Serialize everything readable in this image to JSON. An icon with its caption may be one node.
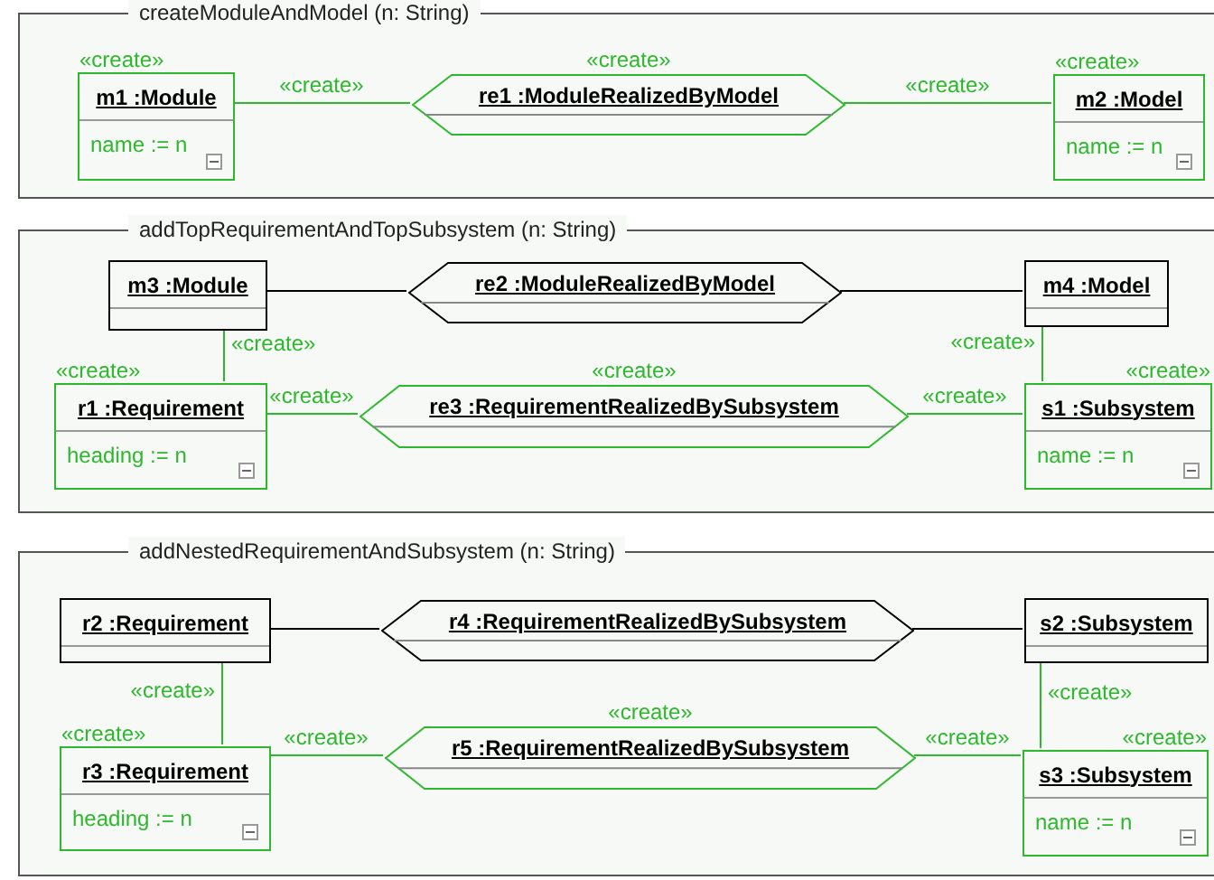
{
  "diagram": {
    "nodes": [
      {
        "text": [
          "createModuleAndModel (n: String)"
        ]
      },
      {
        "text": [
          "m1 :Module",
          "name := n"
        ],
        "in": 0,
        "beside": [
          "«create»"
        ]
      },
      {
        "text": [
          "re1 :ModuleRealizedByModel"
        ],
        "in": 0,
        "beside": [
          "«create»"
        ]
      },
      {
        "text": [
          "m2 :Model",
          "name := n"
        ],
        "in": 0,
        "beside": [
          "«create»"
        ]
      },
      {
        "text": [
          "addTopRequirementAndTopSubsystem (n: String)"
        ]
      },
      {
        "text": [
          "m3 :Module"
        ],
        "in": 4
      },
      {
        "text": [
          "re2 :ModuleRealizedByModel"
        ],
        "in": 4
      },
      {
        "text": [
          "m4 :Model"
        ],
        "in": 4
      },
      {
        "text": [
          "r1 :Requirement",
          "heading := n"
        ],
        "in": 4,
        "beside": [
          "«create»"
        ]
      },
      {
        "text": [
          "re3 :RequirementRealizedBySubsystem"
        ],
        "in": 4,
        "beside": [
          "«create»"
        ]
      },
      {
        "text": [
          "s1 :Subsystem",
          "name := n"
        ],
        "in": 4,
        "beside": [
          "«create»"
        ]
      },
      {
        "text": [
          "addNestedRequirementAndSubsystem (n: String)"
        ]
      },
      {
        "text": [
          "r2 :Requirement"
        ],
        "in": 11
      },
      {
        "text": [
          "r4 :RequirementRealizedBySubsystem"
        ],
        "in": 11
      },
      {
        "text": [
          "s2 :Subsystem"
        ],
        "in": 11
      },
      {
        "text": [
          "r3 :Requirement",
          "heading := n"
        ],
        "in": 11,
        "beside": [
          "«create»"
        ]
      },
      {
        "text": [
          "r5 :RequirementRealizedBySubsystem"
        ],
        "in": 11,
        "beside": [
          "«create»"
        ]
      },
      {
        "text": [
          "s3 :Subsystem",
          "name := n"
        ],
        "in": 11,
        "beside": [
          "«create»"
        ]
      }
    ],
    "edges": [
      {
        "from": 1,
        "to": 2,
        "arrow": "none",
        "label": "«create»"
      },
      {
        "from": 2,
        "to": 3,
        "arrow": "none",
        "label": "«create»"
      },
      {
        "from": 5,
        "to": 6,
        "arrow": "none",
        "color": "#000000"
      },
      {
        "from": 6,
        "to": 7,
        "arrow": "none",
        "color": "#000000"
      },
      {
        "from": 5,
        "to": 8,
        "arrow": "none",
        "label": "«create»"
      },
      {
        "from": 7,
        "to": 10,
        "arrow": "none",
        "label": "«create»"
      },
      {
        "from": 8,
        "to": 9,
        "arrow": "none",
        "label": "«create»"
      },
      {
        "from": 9,
        "to": 10,
        "arrow": "none",
        "label": "«create»"
      },
      {
        "from": 12,
        "to": 13,
        "arrow": "none",
        "color": "#000000"
      },
      {
        "from": 13,
        "to": 14,
        "arrow": "none",
        "color": "#000000"
      },
      {
        "from": 12,
        "to": 15,
        "arrow": "none",
        "label": "«create»"
      },
      {
        "from": 14,
        "to": 17,
        "arrow": "none",
        "label": "«create»"
      },
      {
        "from": 15,
        "to": 16,
        "arrow": "none",
        "label": "«create»"
      },
      {
        "from": 16,
        "to": 17,
        "arrow": "none",
        "label": "«create»"
      }
    ]
  }
}
